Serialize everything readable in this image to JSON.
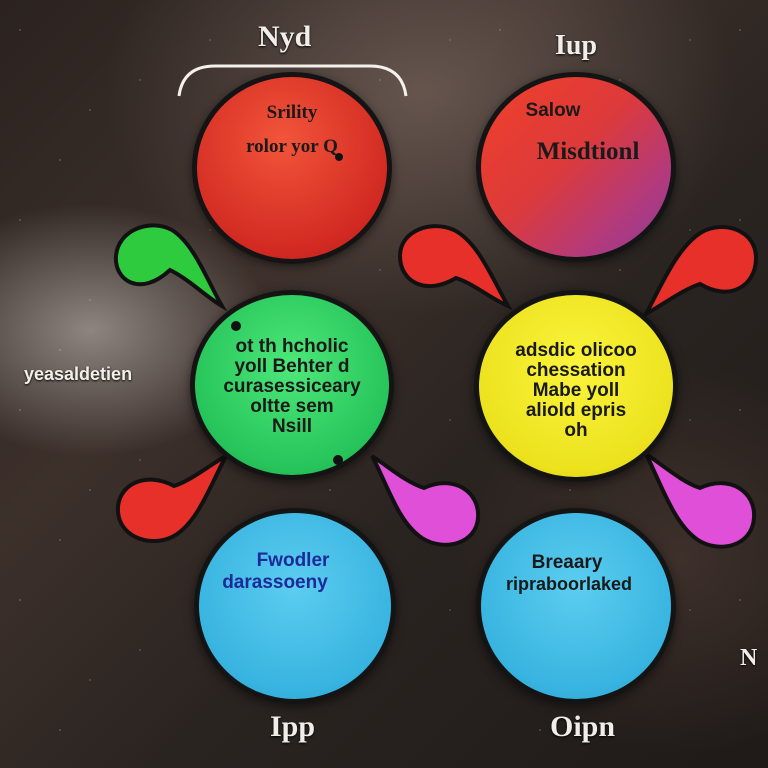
{
  "top_labels": {
    "left": "Nyd",
    "right": "Iup"
  },
  "bottom_labels": {
    "left": "Ipp",
    "right": "Oipn"
  },
  "side_label": "yeasaldetien",
  "corner_mark": "N",
  "circles": {
    "red": {
      "line1": "Srility",
      "line2": "rolor yor Q",
      "color": "#e3322a"
    },
    "purple_red": {
      "line1": "Salow",
      "line2": "Misdtionl",
      "color": "#c9345a"
    },
    "green": {
      "lines": [
        "ot th hcholic",
        "yoll Behter d",
        "curasessiceary",
        "oltte sem",
        "Nsill"
      ],
      "color": "#34d56c"
    },
    "yellow": {
      "lines": [
        "adsdic olicoo",
        "chessation",
        "Mabe yoll",
        "aliold epris",
        "oh"
      ],
      "color": "#f3ec22"
    },
    "blue_left": {
      "line1": "Fwodler",
      "line2": "darassoeny",
      "color": "#3fbde3"
    },
    "blue_right": {
      "line1": "Breaary",
      "line2": "ripraboorlaked",
      "color": "#3fbde3"
    }
  },
  "drop_colors": {
    "green": "#2fcb3f",
    "red": "#e8302a",
    "magenta": "#e04fd8"
  }
}
